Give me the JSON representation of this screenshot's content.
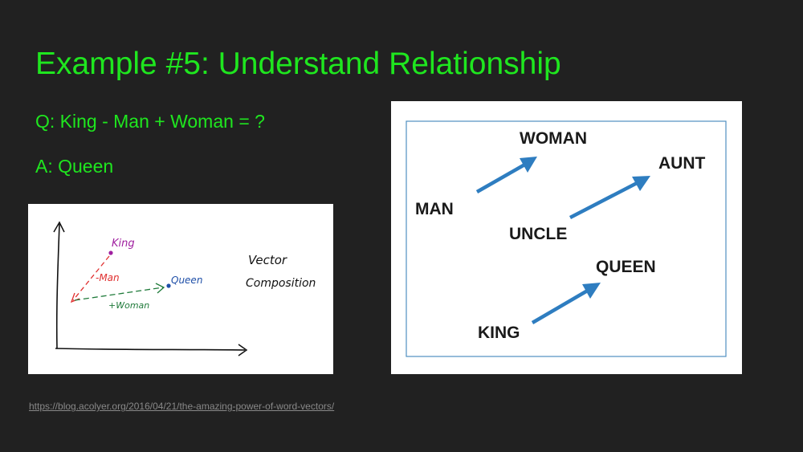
{
  "slide": {
    "title": "Example #5: Understand Relationship",
    "question": "Q: King - Man + Woman = ?",
    "answer": "A: Queen",
    "source_link": "https://blog.acolyer.org/2016/04/21/the-amazing-power-of-word-vectors/"
  },
  "sketch": {
    "king_label": "King",
    "man_label": "-Man",
    "woman_label": "+Woman",
    "queen_label": "Queen",
    "note_line1": "Vector",
    "note_line2": "Composition"
  },
  "diagram": {
    "man": "MAN",
    "woman": "WOMAN",
    "uncle": "UNCLE",
    "aunt": "AUNT",
    "king": "KING",
    "queen": "QUEEN"
  },
  "colors": {
    "background": "#212121",
    "text_green": "#1fe61f",
    "arrow_blue": "#2e7dc0",
    "king_purple": "#a020a0",
    "man_red": "#e03030",
    "woman_green": "#1f7a3a",
    "queen_blue": "#1f4fa8"
  }
}
